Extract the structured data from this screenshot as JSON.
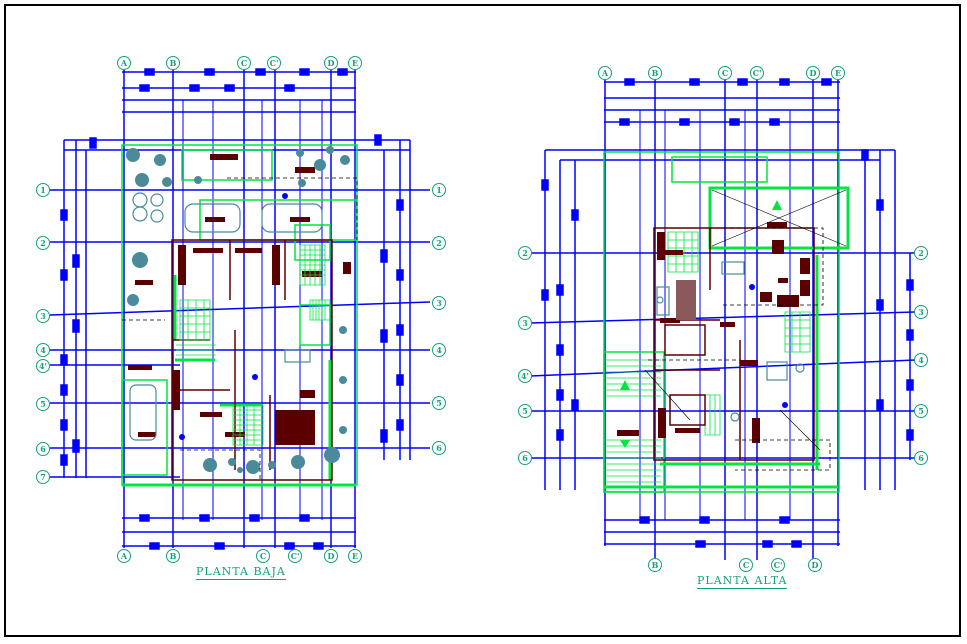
{
  "drawing": {
    "colors": {
      "grid": "#0000ff",
      "walls": "#00e640",
      "furniture": "#4a8a9a",
      "labels": "#14a27a",
      "dark_fill": "#5a0000",
      "frame": "#000000"
    }
  },
  "plans": [
    {
      "id": "planta-baja",
      "title": "PLANTA BAJA",
      "top_axes": [
        "A",
        "B",
        "C",
        "C'",
        "D",
        "E"
      ],
      "bottom_axes": [
        "A",
        "B",
        "C",
        "C'",
        "D",
        "E"
      ],
      "left_axes": [
        "1",
        "2",
        "3",
        "4",
        "4'",
        "5",
        "6",
        "7"
      ],
      "right_axes": [
        "1",
        "2",
        "3",
        "4",
        "5",
        "6"
      ]
    },
    {
      "id": "planta-alta",
      "title": "PLANTA ALTA",
      "top_axes": [
        "A",
        "B",
        "C",
        "C'",
        "D",
        "E"
      ],
      "bottom_axes": [
        "B",
        "C",
        "C'",
        "D"
      ],
      "left_axes": [
        "2",
        "3",
        "4'",
        "5",
        "6"
      ],
      "right_axes": [
        "2",
        "3",
        "4",
        "5",
        "6"
      ]
    }
  ]
}
